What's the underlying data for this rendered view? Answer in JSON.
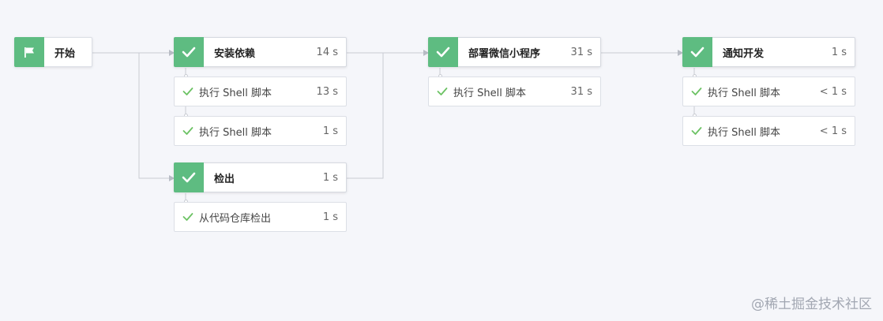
{
  "pipeline": {
    "start": {
      "label": "开始",
      "icon": "flag-icon"
    },
    "stages": [
      {
        "title": "安装依赖",
        "time": "14 s",
        "status": "success",
        "steps": [
          {
            "label": "执行 Shell 脚本",
            "time": "13 s",
            "status": "success"
          },
          {
            "label": "执行 Shell 脚本",
            "time": "1 s",
            "status": "success"
          }
        ]
      },
      {
        "title": "检出",
        "time": "1 s",
        "status": "success",
        "steps": [
          {
            "label": "从代码仓库检出",
            "time": "1 s",
            "status": "success"
          }
        ]
      },
      {
        "title": "部署微信小程序",
        "time": "31 s",
        "status": "success",
        "steps": [
          {
            "label": "执行 Shell 脚本",
            "time": "31 s",
            "status": "success"
          }
        ]
      },
      {
        "title": "通知开发",
        "time": "1 s",
        "status": "success",
        "steps": [
          {
            "label": "执行 Shell 脚本",
            "time": "< 1 s",
            "status": "success"
          },
          {
            "label": "执行 Shell 脚本",
            "time": "< 1 s",
            "status": "success"
          }
        ]
      }
    ]
  },
  "watermark": "@稀土掘金技术社区",
  "colors": {
    "success": "#5ebc81",
    "check": "#6cc264",
    "line": "#c9ccd3",
    "background": "#f5f6fa"
  }
}
